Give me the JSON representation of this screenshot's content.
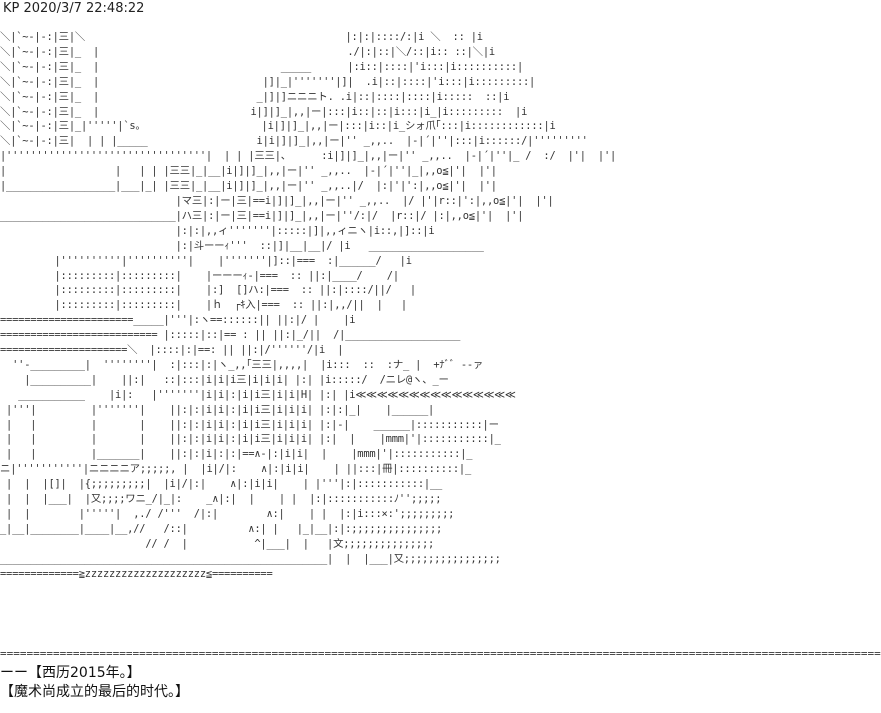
{
  "header": {
    "text": "KP 2020/3/7 22:48:22"
  },
  "artwork": {
    "lines": [
      "＼|`~-|-:|三|＼                                           |:|:|::::/:|i ＼  :: |i",
      "＼|`~-|-:|三|_  |                                         ./|:|::|＼/::|i:: ::|＼|i",
      "＼|`~-|-:|三|_  |                              _____      |:i::|::::|'i:::|i::::::::::|",
      "＼|`~-|-:|三|_  |                           |]|_|'''''''|]|  .i|::|::::|'i:::|i:::::::::|",
      "＼|`~-|-:|三|_  |                          _|]|]ニニニト. .i|::|::::|::::|i:::::  ::|i",
      "＼|`~-|-:|三|_  |                         i|]|]_|,,|ー|:::|i::|::|i:::|i_|i:::::::::  |i",
      "＼|`~-|-:|三|_|'''''|`s｡                    |i|]|]_|,,|ー|:::|i::|i_シォ爪｢:::|i::::::::::::|i",
      "＼|`~-|-:|三|  | | |_____                  i|i|]|]_|,,|ー|'' _,,..  |-|´|''|:::|i::::::/|'''''''''",
      "|'''''''''''''''''''''''''''''''''|  | | |三三|、     :i|]|]_|,,|ー|'' _,,..  |-|´|''|_ /  :/  |'|  |'|",
      "|                  |   | | |三三|_|__|i|]|]_|,,|ー|'' _,,..  |-|´|''|_|,,o≦|'|  |'|",
      "|__________________|___|_| |三三|_|__|i|]|]_|,,|ー|'' _,,..|/  |:|'|':|,,o≦|'|  |'|",
      "                             |マ三|:|ー|三|==i|]|]_|,,|ー|'' _,,..  |/ |'|r::|':|,,o≦|'|  |'|",
      "_____________________________|ハ三|:|ー|三|==i|]|]_|,,|ー|''/:|/  |r::|/ |:|,,o≦|'|  |'|",
      "                             |:|:|,,ィ'''''''|:::::|]|,,ィニヽ|i::,|]::|i",
      "                             |:|斗ーーｨ'''  ::|]|__|__|/ |i   ___________________",
      "         |''''''''''|''''''''''|    |'''''''|]::|===  :|______/   |i",
      "         |:::::::::|:::::::::|    |ーーーｨ-|===  :: ||:|____/    /|",
      "         |:::::::::|:::::::::|    |:]  []ハ:|===  :: ||:|::::/||/   |",
      "         |:::::::::|:::::::::|    |ｈ  ┌ｷ入|===  :: ||:|,,/||  |   |",
      "======================_____|'''|:ヽ==::::::|| ||:|/ |    |i",
      "========================== |:::::|::|== : || ||:|_/||  /|___________________",
      "=====================＼  |::::|:|==: || ||:|/''''''/|i  |",
      "  ''-_________|  ''''''''|  :|:::|:|ヽ_,,｢三三|,,,,|  |i:::  ::  :ナ_ |  +ﾅﾞﾞ --ァ",
      "    |__________|    ||:|   ::|:::|i|i|i三|i|i|i| |:| |i:::::/  /ニレ@ヽ、_ー",
      "   ___________    |i|:   |'''''''|i|i|:|i|i三|i|i|H| |:| |i≪≪≪≪≪≪≪≪≪≪≪≪≪≪≪",
      " |'''|         |'''''''|    ||:|:|i|i|:|i|i三|i|i|i| |:|:|_|    |______|",
      " |   |         |       |    ||:|:|i|i|:|i|i三|i|i|i| |:|-|    ______|:::::::::::|ー",
      " |   |         |       |    ||:|:|i|i|:|i|i三|i|i|i| |:|  |    |mmm|'|:::::::::::|_",
      " |   |         |_______|    ||:|:|i|:|:|==∧-|:|i|i|  |    |mmm|'|:::::::::::|_",
      "ニ|'''''''''''|ニニニニア;;;;;, |  |i|/|:    ∧|:|i|i|    | ||:::|冊|::::::::::|_",
      " |  |  |[]|  |{;;;;;;;;;|  |i|/|:|    ∧|:|i|i|    | |'''|:|:::::::::::|__",
      " |  |  |___|  |又;;;;ワニ_/|_|:    _∧|:|  |    | |  |:|:::::::::::ﾉ'';;;;;",
      " |  |        |'''''|  ,./ /'''  /|:|        ∧:|    | |  |:|i:::×:';;;;;;;;;",
      "_|__|________|____|__,//   /::|          ∧:| |   |_|__|:|:;;;;;;;;;;;;;;;",
      "                        // /  |           ^|___|  |   |文;;;;;;;;;;;;;;;",
      "______________________________________________________|  |  |___|又;;;;;;;;;;;;;;;;",
      "=============≧zzzzzzzzzzzzzzzzzzzz≦=========="
    ]
  },
  "divider": {
    "text": "=================================================================================================================================================="
  },
  "caption": {
    "line1": "ーー【西历2015年。】",
    "line2": "【魔术尚成立的最后的时代。】"
  }
}
